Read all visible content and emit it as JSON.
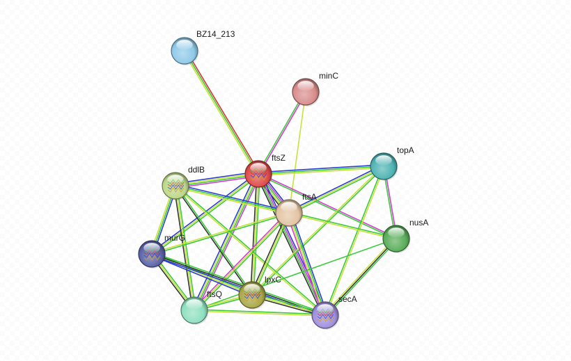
{
  "nodes": [
    {
      "id": "BZ14_213",
      "label": "BZ14_213",
      "color": "#8fc9e8",
      "structure": false
    },
    {
      "id": "minC",
      "label": "minC",
      "color": "#d98c8c",
      "structure": false
    },
    {
      "id": "ftsZ",
      "label": "ftsZ",
      "color": "#e04a4a",
      "structure": true
    },
    {
      "id": "topA",
      "label": "topA",
      "color": "#4fb3b3",
      "structure": false
    },
    {
      "id": "ddlB",
      "label": "ddlB",
      "color": "#bcd88a",
      "structure": true
    },
    {
      "id": "ftsA",
      "label": "ftsA",
      "color": "#e3c4a3",
      "structure": false
    },
    {
      "id": "nusA",
      "label": "nusA",
      "color": "#5aad5a",
      "structure": false
    },
    {
      "id": "murG",
      "label": "murG",
      "color": "#5a63a8",
      "structure": true
    },
    {
      "id": "lpxC",
      "label": "lpxC",
      "color": "#a9a84a",
      "structure": true
    },
    {
      "id": "ftsQ",
      "label": "ftsQ",
      "color": "#8ee0bf",
      "structure": false
    },
    {
      "id": "secA",
      "label": "secA",
      "color": "#a08fde",
      "structure": true
    }
  ],
  "edge_colors": {
    "green": "#3cc93c",
    "yellow": "#c8e23c",
    "black": "#333333",
    "blue": "#2a3cd6",
    "magenta": "#d23cd2",
    "red": "#e03030",
    "lime": "#9ed83c"
  },
  "edges": [
    {
      "a": "BZ14_213",
      "b": "ftsZ",
      "types": [
        "red",
        "green",
        "yellow"
      ]
    },
    {
      "a": "minC",
      "b": "ftsZ",
      "types": [
        "magenta",
        "green"
      ]
    },
    {
      "a": "minC",
      "b": "ftsA",
      "types": [
        "yellow"
      ]
    },
    {
      "a": "ftsZ",
      "b": "topA",
      "types": [
        "blue",
        "green",
        "yellow"
      ]
    },
    {
      "a": "ftsZ",
      "b": "ddlB",
      "types": [
        "magenta",
        "green",
        "yellow",
        "blue"
      ]
    },
    {
      "a": "ftsZ",
      "b": "ftsA",
      "types": [
        "blue",
        "magenta",
        "green",
        "yellow",
        "black"
      ]
    },
    {
      "a": "ftsZ",
      "b": "nusA",
      "types": [
        "magenta",
        "green"
      ]
    },
    {
      "a": "ftsZ",
      "b": "murG",
      "types": [
        "green",
        "yellow",
        "blue"
      ]
    },
    {
      "a": "ftsZ",
      "b": "lpxC",
      "types": [
        "green",
        "yellow",
        "black"
      ]
    },
    {
      "a": "ftsZ",
      "b": "ftsQ",
      "types": [
        "magenta",
        "green",
        "yellow",
        "blue"
      ]
    },
    {
      "a": "ftsZ",
      "b": "secA",
      "types": [
        "blue",
        "magenta",
        "green",
        "black"
      ]
    },
    {
      "a": "topA",
      "b": "ftsA",
      "types": [
        "green",
        "yellow",
        "blue"
      ]
    },
    {
      "a": "topA",
      "b": "nusA",
      "types": [
        "magenta",
        "green"
      ]
    },
    {
      "a": "topA",
      "b": "secA",
      "types": [
        "yellow",
        "green"
      ]
    },
    {
      "a": "topA",
      "b": "lpxC",
      "types": [
        "green",
        "yellow"
      ]
    },
    {
      "a": "ddlB",
      "b": "ftsA",
      "types": [
        "blue",
        "green",
        "yellow"
      ]
    },
    {
      "a": "ddlB",
      "b": "murG",
      "types": [
        "blue",
        "green",
        "yellow"
      ]
    },
    {
      "a": "ddlB",
      "b": "ftsQ",
      "types": [
        "green",
        "yellow",
        "black"
      ]
    },
    {
      "a": "ddlB",
      "b": "lpxC",
      "types": [
        "green",
        "black"
      ]
    },
    {
      "a": "ddlB",
      "b": "secA",
      "types": [
        "green",
        "yellow"
      ]
    },
    {
      "a": "ftsA",
      "b": "nusA",
      "types": [
        "green",
        "yellow"
      ]
    },
    {
      "a": "ftsA",
      "b": "murG",
      "types": [
        "green",
        "yellow"
      ]
    },
    {
      "a": "ftsA",
      "b": "lpxC",
      "types": [
        "green",
        "yellow",
        "black"
      ]
    },
    {
      "a": "ftsA",
      "b": "ftsQ",
      "types": [
        "green",
        "yellow",
        "magenta"
      ]
    },
    {
      "a": "ftsA",
      "b": "secA",
      "types": [
        "blue",
        "green",
        "yellow",
        "magenta"
      ]
    },
    {
      "a": "nusA",
      "b": "secA",
      "types": [
        "green",
        "black",
        "yellow"
      ]
    },
    {
      "a": "nusA",
      "b": "ftsQ",
      "types": [
        "green"
      ]
    },
    {
      "a": "murG",
      "b": "ftsQ",
      "types": [
        "green",
        "yellow",
        "black"
      ]
    },
    {
      "a": "murG",
      "b": "lpxC",
      "types": [
        "green",
        "yellow",
        "blue"
      ]
    },
    {
      "a": "murG",
      "b": "secA",
      "types": [
        "green",
        "black",
        "blue"
      ]
    },
    {
      "a": "lpxC",
      "b": "ftsQ",
      "types": [
        "green",
        "yellow"
      ]
    },
    {
      "a": "lpxC",
      "b": "secA",
      "types": [
        "green",
        "yellow",
        "black"
      ]
    },
    {
      "a": "ftsQ",
      "b": "secA",
      "types": [
        "green",
        "yellow"
      ]
    }
  ]
}
